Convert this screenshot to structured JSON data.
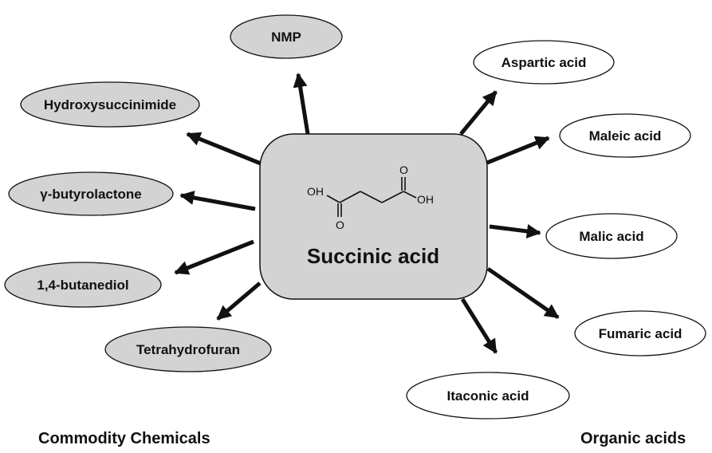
{
  "center": {
    "label": "Succinic acid",
    "structure": {
      "oh_left": "OH",
      "oh_right": "OH",
      "o_top": "O",
      "o_bottom": "O"
    }
  },
  "commodity_chemicals": {
    "group_label": "Commodity Chemicals",
    "fill": "#d3d3d3",
    "items": [
      "NMP",
      "Hydroxysuccinimide",
      "γ-butyrolactone",
      "1,4-butanediol",
      "Tetrahydrofuran"
    ]
  },
  "organic_acids": {
    "group_label": "Organic acids",
    "fill": "#ffffff",
    "items": [
      "Aspartic acid",
      "Maleic acid",
      "Malic acid",
      "Fumaric acid",
      "Itaconic acid"
    ]
  },
  "colors": {
    "center_fill": "#d3d3d3",
    "stroke": "#111111"
  }
}
